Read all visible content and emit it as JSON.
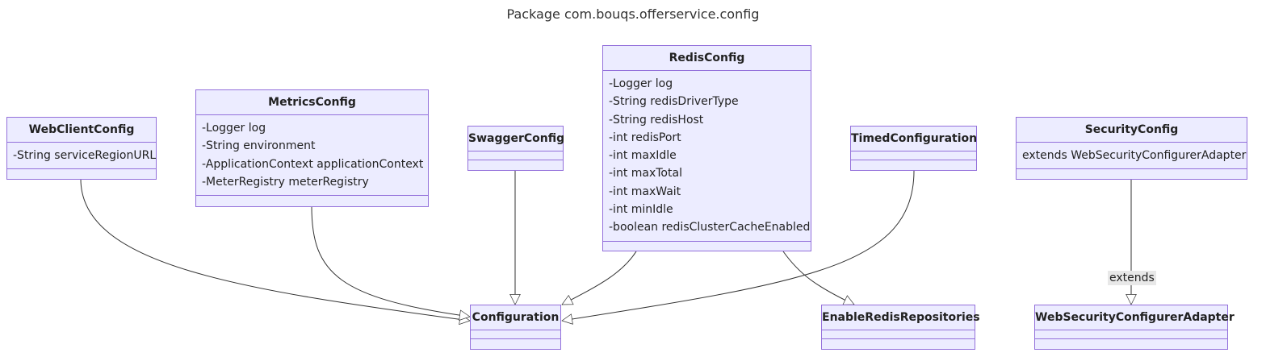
{
  "diagram_title": "Package com.bouqs.offerservice.config",
  "classes": {
    "webclient": {
      "name": "WebClientConfig",
      "attributes": [
        "-String serviceRegionURL"
      ]
    },
    "metrics": {
      "name": "MetricsConfig",
      "attributes": [
        "-Logger log",
        "-String environment",
        "-ApplicationContext applicationContext",
        "-MeterRegistry meterRegistry"
      ]
    },
    "swagger": {
      "name": "SwaggerConfig",
      "attributes": []
    },
    "redis": {
      "name": "RedisConfig",
      "attributes": [
        "-Logger log",
        "-String redisDriverType",
        "-String redisHost",
        "-int redisPort",
        "-int maxIdle",
        "-int maxTotal",
        "-int maxWait",
        "-int minIdle",
        "-boolean redisClusterCacheEnabled"
      ]
    },
    "timed": {
      "name": "TimedConfiguration",
      "attributes": []
    },
    "security": {
      "name": "SecurityConfig",
      "attributes": [
        "extends WebSecurityConfigurerAdapter"
      ]
    },
    "configuration": {
      "name": "Configuration",
      "attributes": []
    },
    "enableredis": {
      "name": "EnableRedisRepositories",
      "attributes": []
    },
    "websecadapter": {
      "name": "WebSecurityConfigurerAdapter",
      "attributes": []
    }
  },
  "relations": [
    {
      "from": "WebClientConfig",
      "to": "Configuration",
      "type": "inheritance"
    },
    {
      "from": "MetricsConfig",
      "to": "Configuration",
      "type": "inheritance"
    },
    {
      "from": "SwaggerConfig",
      "to": "Configuration",
      "type": "inheritance"
    },
    {
      "from": "RedisConfig",
      "to": "Configuration",
      "type": "inheritance"
    },
    {
      "from": "TimedConfiguration",
      "to": "Configuration",
      "type": "inheritance"
    },
    {
      "from": "RedisConfig",
      "to": "EnableRedisRepositories",
      "type": "inheritance"
    },
    {
      "from": "SecurityConfig",
      "to": "WebSecurityConfigurerAdapter",
      "type": "inheritance",
      "label": "extends"
    }
  ],
  "colors": {
    "box_fill": "#ececff",
    "box_stroke": "#9370db",
    "edge": "#333333",
    "label_bg": "#e8e8e8"
  }
}
